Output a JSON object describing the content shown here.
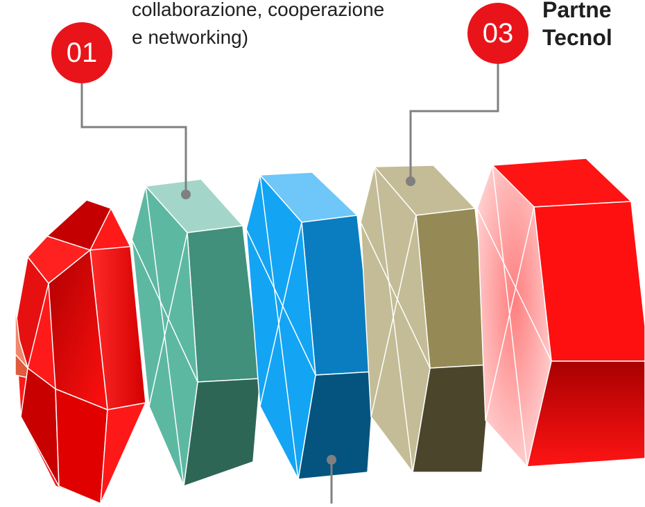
{
  "items": [
    {
      "number": "01",
      "lines": [
        "collaborazione, cooperazione",
        "e networking)"
      ]
    },
    {
      "number": "03",
      "lines": [
        "Partne",
        "Tecnol"
      ]
    }
  ],
  "colors": {
    "accent_red": "#e8141a",
    "teal": "#5db8a2",
    "blue": "#14a4f4",
    "khaki": "#c4bc96",
    "connector": "#808080"
  }
}
